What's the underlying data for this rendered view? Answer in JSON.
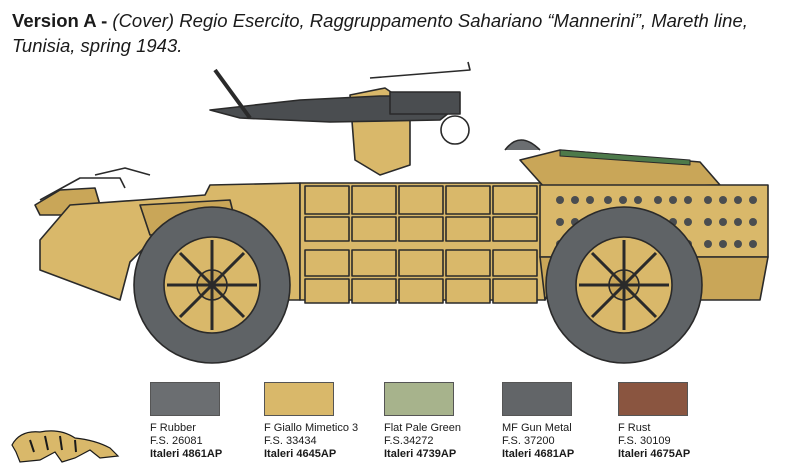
{
  "caption": {
    "lead": "Version A -",
    "body": " (Cover) Regio Esercito, Raggruppamento Sahariano “Mannerini”, Mareth line, Tunisia, spring 1943."
  },
  "vehicle": {
    "body_color": "#d9b86a",
    "shade_color": "#c9a658",
    "tyre_color": "#5f6366",
    "gun_color": "#4a4d50",
    "outline_color": "#2a2a2a"
  },
  "paints": [
    {
      "name": "F Rubber",
      "fs": "F.S. 26081",
      "code": "Italeri 4861AP",
      "color": "#6b6e71"
    },
    {
      "name": "F Giallo Mimetico 3",
      "fs": "F.S. 33434",
      "code": "Italeri 4645AP",
      "color": "#d9b86a"
    },
    {
      "name": "Flat Pale Green",
      "fs": "F.S.34272",
      "code": "Italeri 4739AP",
      "color": "#a7b38c"
    },
    {
      "name": "MF Gun Metal",
      "fs": "F.S. 37200",
      "code": "Italeri 4681AP",
      "color": "#626568"
    },
    {
      "name": "F Rust",
      "fs": "F.S. 30109",
      "code": "Italeri 4675AP",
      "color": "#8a5540"
    }
  ],
  "logo": {
    "name": "tiger-logo",
    "color": "#d9b86a"
  }
}
